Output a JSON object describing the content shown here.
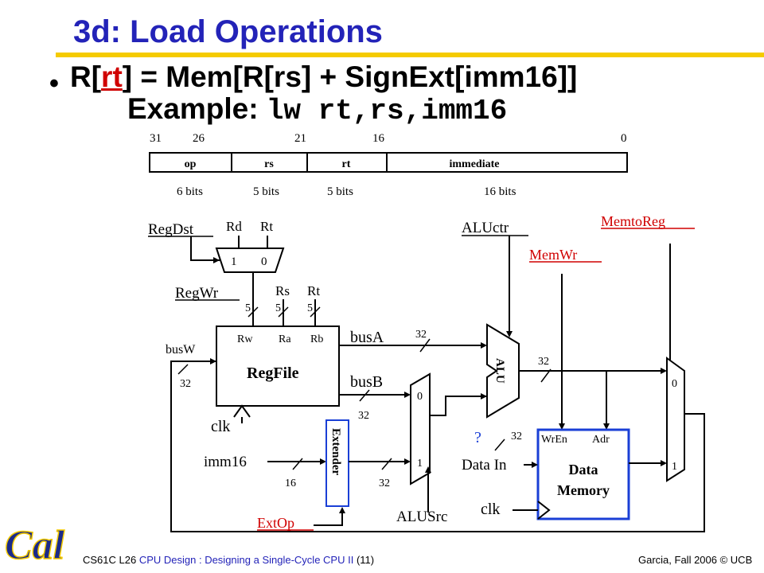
{
  "slide": {
    "title": "3d: Load Operations",
    "equation": {
      "bullet": "•",
      "prefix": "R[",
      "rt": "rt",
      "suffix": "] = Mem[R[rs] + SignExt[imm16]]"
    },
    "example": {
      "label": "Example: ",
      "code": "lw rt,rs,imm16"
    }
  },
  "instruction_format": {
    "bit_positions": [
      "31",
      "26",
      "21",
      "16",
      "0"
    ],
    "fields": [
      "op",
      "rs",
      "rt",
      "immediate"
    ],
    "widths": [
      "6 bits",
      "5 bits",
      "5 bits",
      "16 bits"
    ]
  },
  "diagram": {
    "regdst": "RegDst",
    "rd": "Rd",
    "rt_top": "Rt",
    "mux_one": "1",
    "mux_zero": "0",
    "regwr": "RegWr",
    "rs": "Rs",
    "rt_mid": "Rt",
    "five_a": "5",
    "five_b": "5",
    "five_c": "5",
    "rw": "Rw",
    "ra": "Ra",
    "rb": "Rb",
    "regfile": "RegFile",
    "busw": "busW",
    "busw_width": "32",
    "clk_reg": "clk",
    "busa": "busA",
    "busa_width": "32",
    "busb": "busB",
    "busb_width": "32",
    "alusrc_zero": "0",
    "alusrc_one": "1",
    "imm16": "imm16",
    "imm_width": "16",
    "extender": "Extender",
    "ext_width": "32",
    "extop": "ExtOp",
    "alusrc": "ALUSrc",
    "aluctr": "ALUctr",
    "alu": "ALU",
    "alu_out_width": "32",
    "memwr": "MemWr",
    "memtoreg": "MemtoReg",
    "question": "?",
    "datain_width": "32",
    "datain": "Data In",
    "wren": "WrEn",
    "adr": "Adr",
    "data_memory_1": "Data",
    "data_memory_2": "Memory",
    "clk_mem": "clk",
    "mtr_zero": "0",
    "mtr_one": "1"
  },
  "footer": {
    "course": "CS61C L26 ",
    "lecture": "CPU Design : Designing a Single-Cycle CPU II",
    "page": " (11)",
    "credit": "Garcia, Fall 2006 © UCB"
  },
  "logo_text": "Cal",
  "colors": {
    "title": "#2323b8",
    "underline": "#f5cb00",
    "control_red": "#d00000",
    "memory_border": "#1a3fd6",
    "logo": "#1b2a8a"
  }
}
